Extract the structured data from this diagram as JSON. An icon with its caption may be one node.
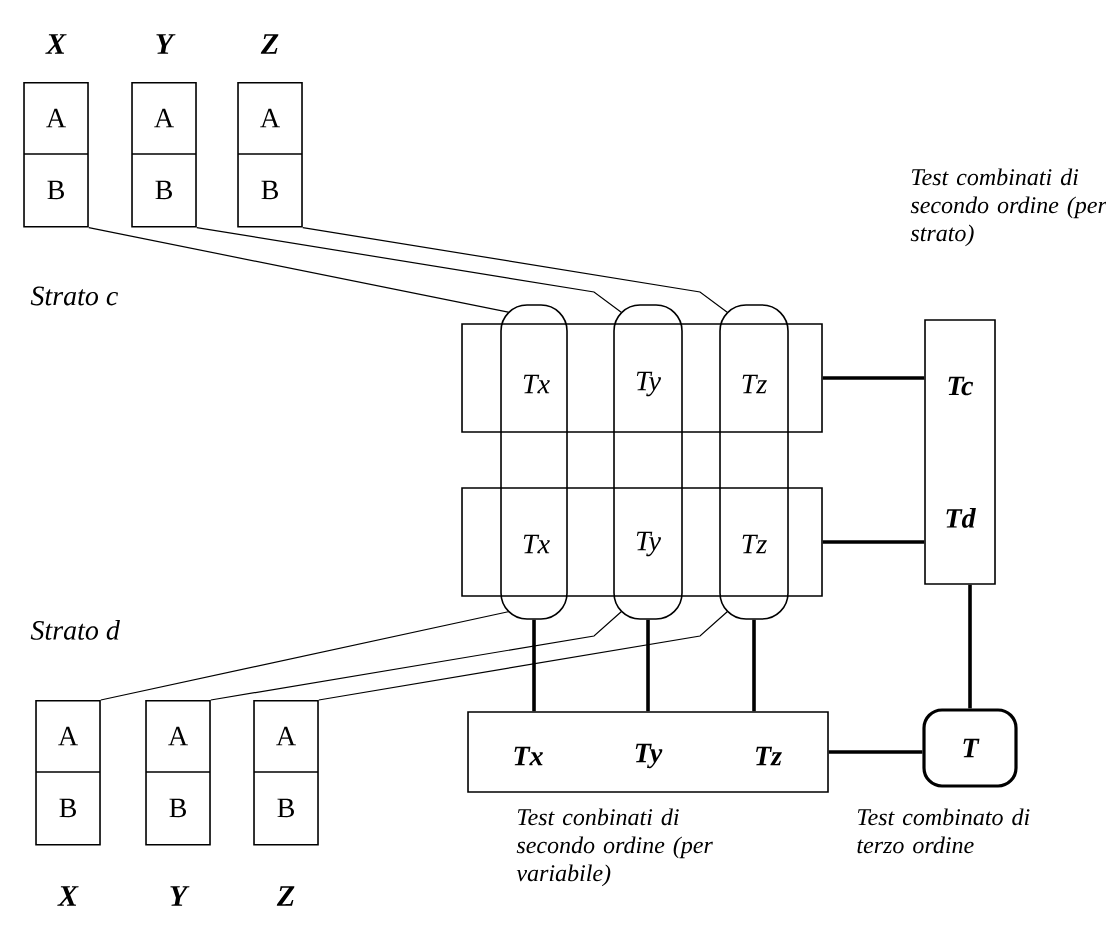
{
  "diagram": {
    "nodes": [
      {
        "text": [
          "A",
          "B"
        ],
        "beside": [
          "X"
        ]
      },
      {
        "text": [
          "A",
          "B"
        ],
        "beside": [
          "Y"
        ]
      },
      {
        "text": [
          "A",
          "B"
        ],
        "beside": [
          "Z"
        ]
      },
      {
        "text": [],
        "shape": "box"
      },
      {
        "text": [
          "Tx"
        ]
      },
      {
        "text": [
          "Ty"
        ]
      },
      {
        "text": [
          "Tz"
        ]
      },
      {
        "text": [],
        "shape": "box"
      },
      {
        "text": [
          "Tx"
        ]
      },
      {
        "text": [
          "Ty"
        ]
      },
      {
        "text": [
          "Tz"
        ]
      },
      {
        "text": [],
        "shape": "capsule"
      },
      {
        "text": [],
        "shape": "capsule"
      },
      {
        "text": [],
        "shape": "capsule"
      },
      {
        "text": [
          "Tc",
          "Td"
        ],
        "beside": [
          "Test combinati di secondo ordine (per strato)"
        ]
      },
      {
        "text": [
          "Tx",
          "Ty",
          "Tz"
        ],
        "beside": [
          "Test conbinati di secondo ordine (per variabile)"
        ]
      },
      {
        "text": [
          "T"
        ],
        "beside": [
          "Test combinato di terzo ordine"
        ]
      },
      {
        "text": [
          "A",
          "B"
        ],
        "beside": [
          "X"
        ]
      },
      {
        "text": [
          "A",
          "B"
        ],
        "beside": [
          "Y"
        ]
      },
      {
        "text": [
          "A",
          "B"
        ],
        "beside": [
          "Z"
        ]
      }
    ],
    "edges": [
      {
        "from": 0,
        "to": 11,
        "arrow": "none"
      },
      {
        "from": 1,
        "to": 12,
        "arrow": "none"
      },
      {
        "from": 2,
        "to": 13,
        "arrow": "none"
      },
      {
        "from": 17,
        "to": 11,
        "arrow": "none"
      },
      {
        "from": 18,
        "to": 12,
        "arrow": "none"
      },
      {
        "from": 19,
        "to": 13,
        "arrow": "none"
      },
      {
        "from": 3,
        "to": 14,
        "arrow": "none"
      },
      {
        "from": 7,
        "to": 14,
        "arrow": "none"
      },
      {
        "from": 14,
        "to": 16,
        "arrow": "none"
      },
      {
        "from": 11,
        "to": 15,
        "arrow": "none"
      },
      {
        "from": 12,
        "to": 15,
        "arrow": "none"
      },
      {
        "from": 13,
        "to": 15,
        "arrow": "none"
      },
      {
        "from": 15,
        "to": 16,
        "arrow": "none"
      }
    ],
    "labels": [
      "Strato c",
      "Strato d"
    ]
  }
}
